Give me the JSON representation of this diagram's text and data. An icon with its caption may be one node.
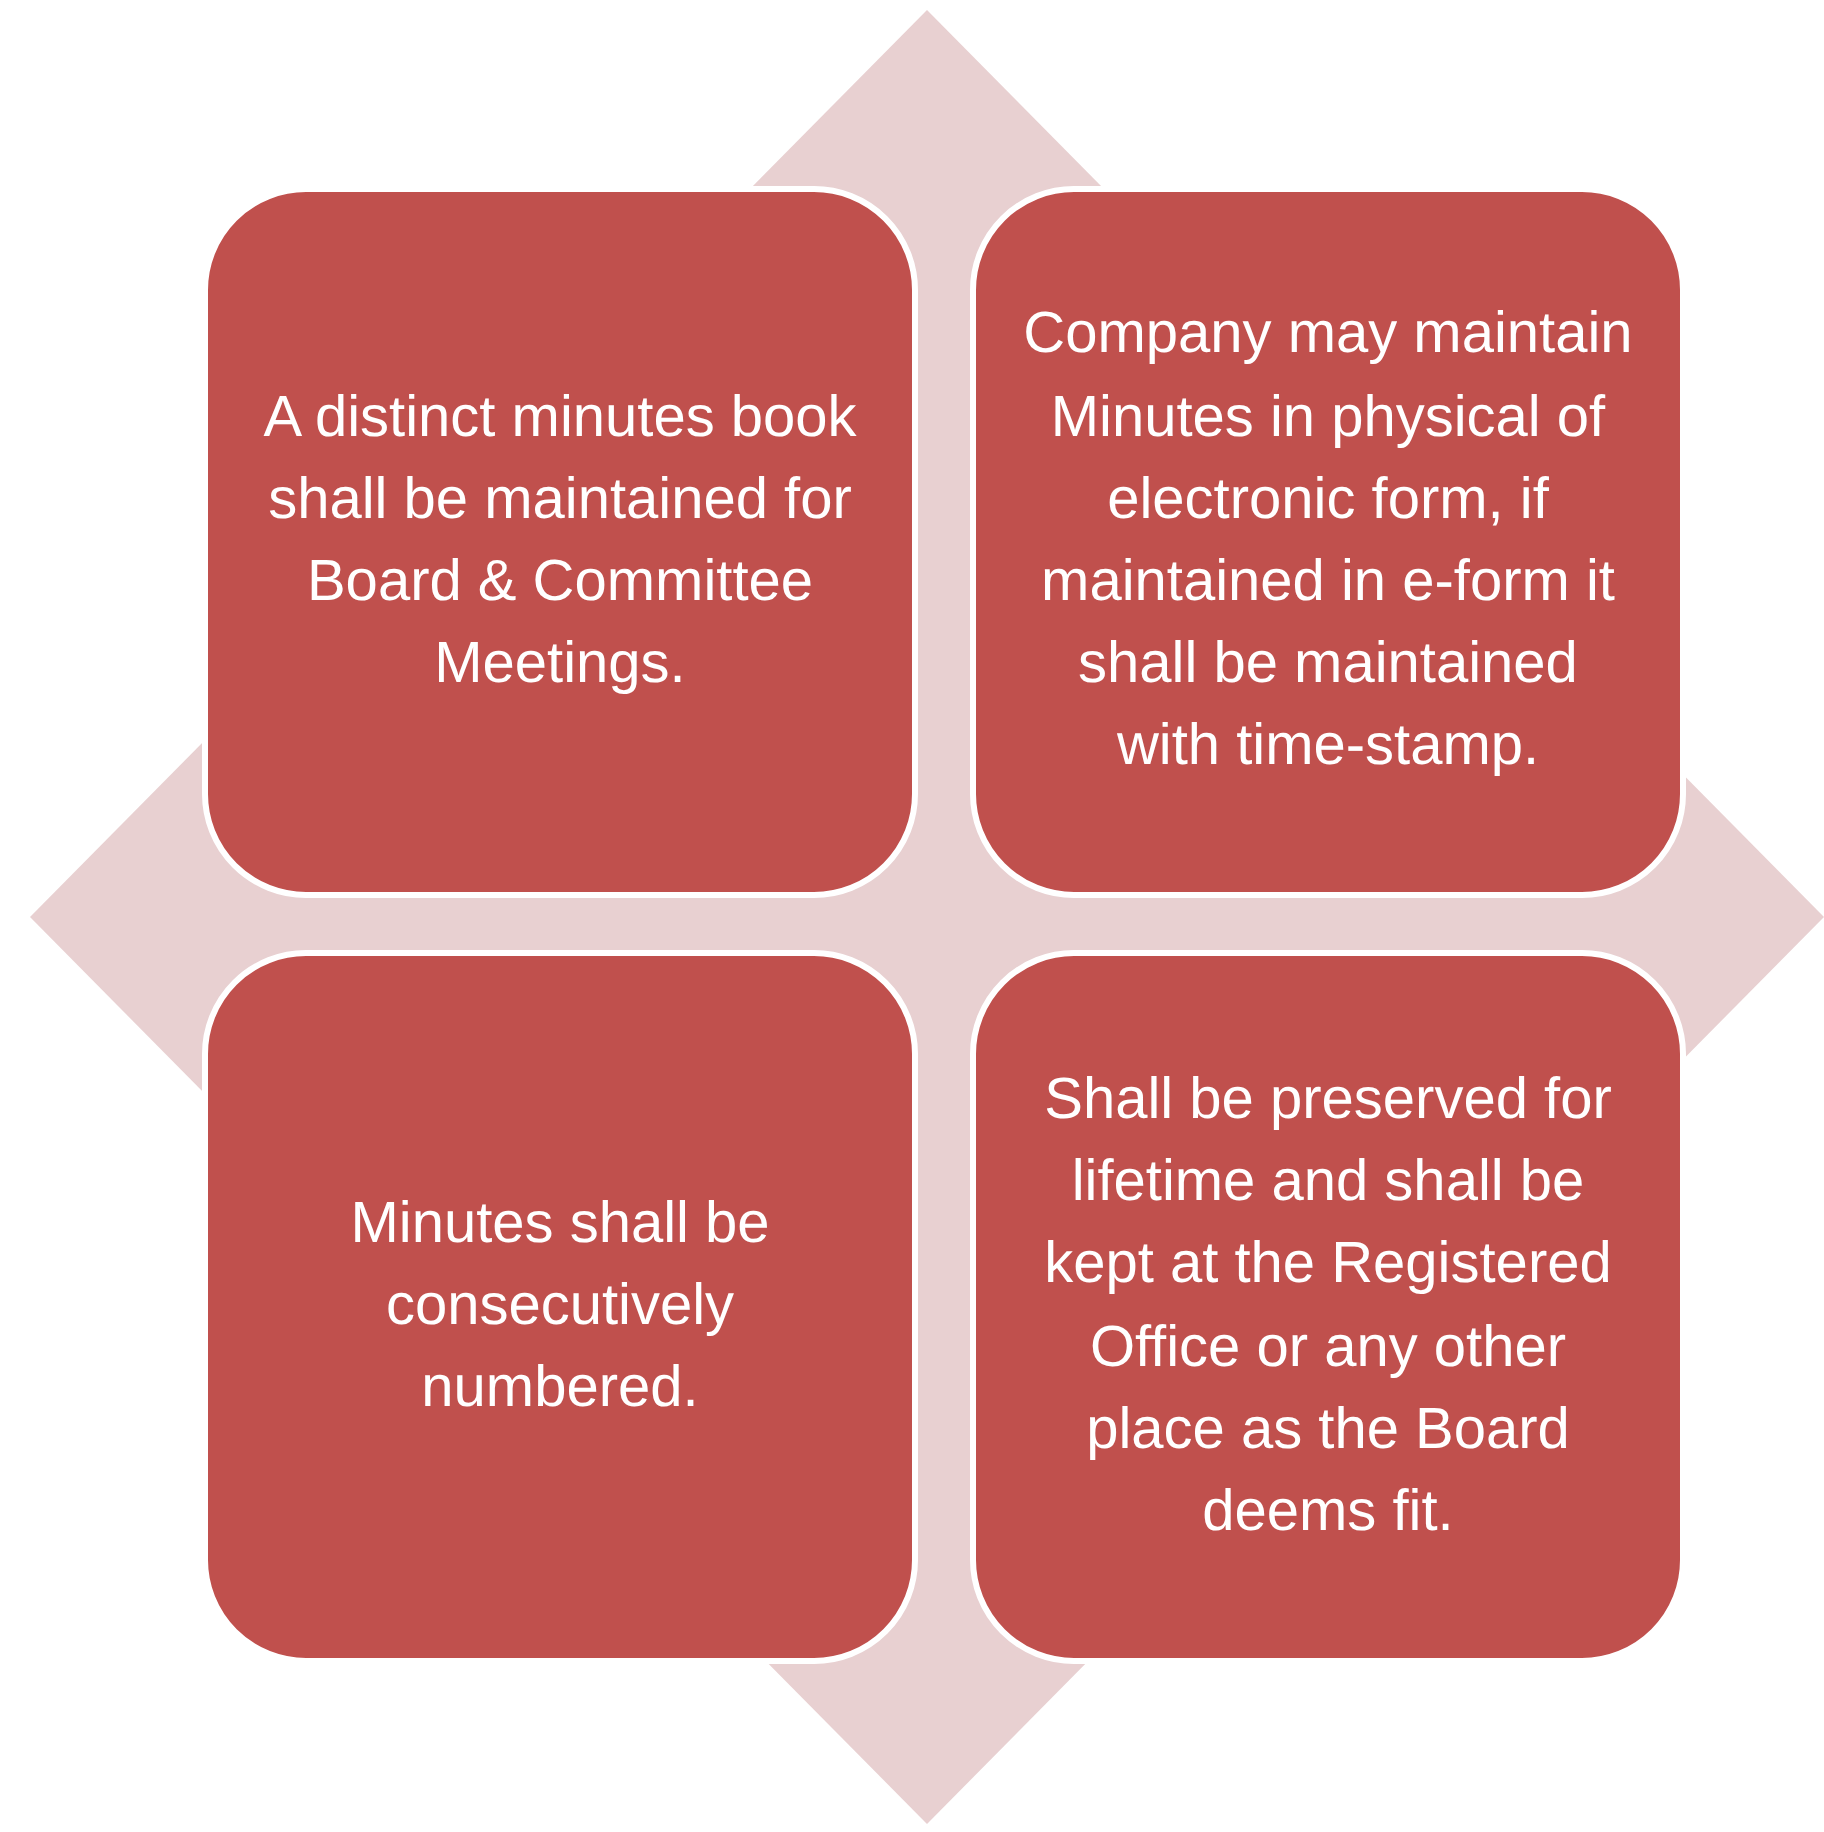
{
  "diagram": {
    "nodes": [
      {
        "text": [],
        "shape": "diamond"
      },
      {
        "text": [
          "A distinct minutes book shall be maintained for Board & Committee Meetings."
        ],
        "in": 0
      },
      {
        "text": [
          "Company may maintain Minutes in physical of electronic form, if maintained in e-form it shall be maintained with time-stamp."
        ],
        "in": 0
      },
      {
        "text": [
          "Minutes shall be consecutively numbered."
        ],
        "in": 0
      },
      {
        "text": [
          "Shall be preserved for lifetime and shall be kept at the Registered Office or any other place as the Board deems fit."
        ],
        "in": 0
      }
    ]
  }
}
